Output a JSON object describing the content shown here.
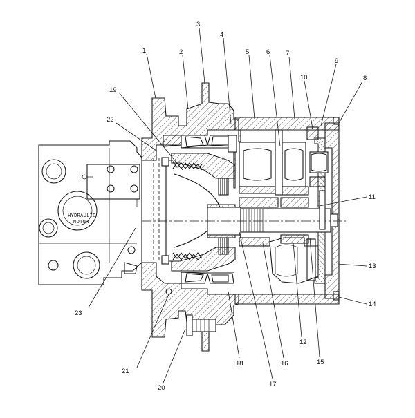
{
  "diagram": {
    "motor_label_line1": "HYDRAULIC",
    "motor_label_line2": "MOTOR",
    "callouts": [
      "1",
      "2",
      "3",
      "4",
      "5",
      "6",
      "7",
      "8",
      "9",
      "10",
      "11",
      "12",
      "13",
      "14",
      "15",
      "16",
      "17",
      "18",
      "19",
      "20",
      "21",
      "22",
      "23"
    ]
  }
}
